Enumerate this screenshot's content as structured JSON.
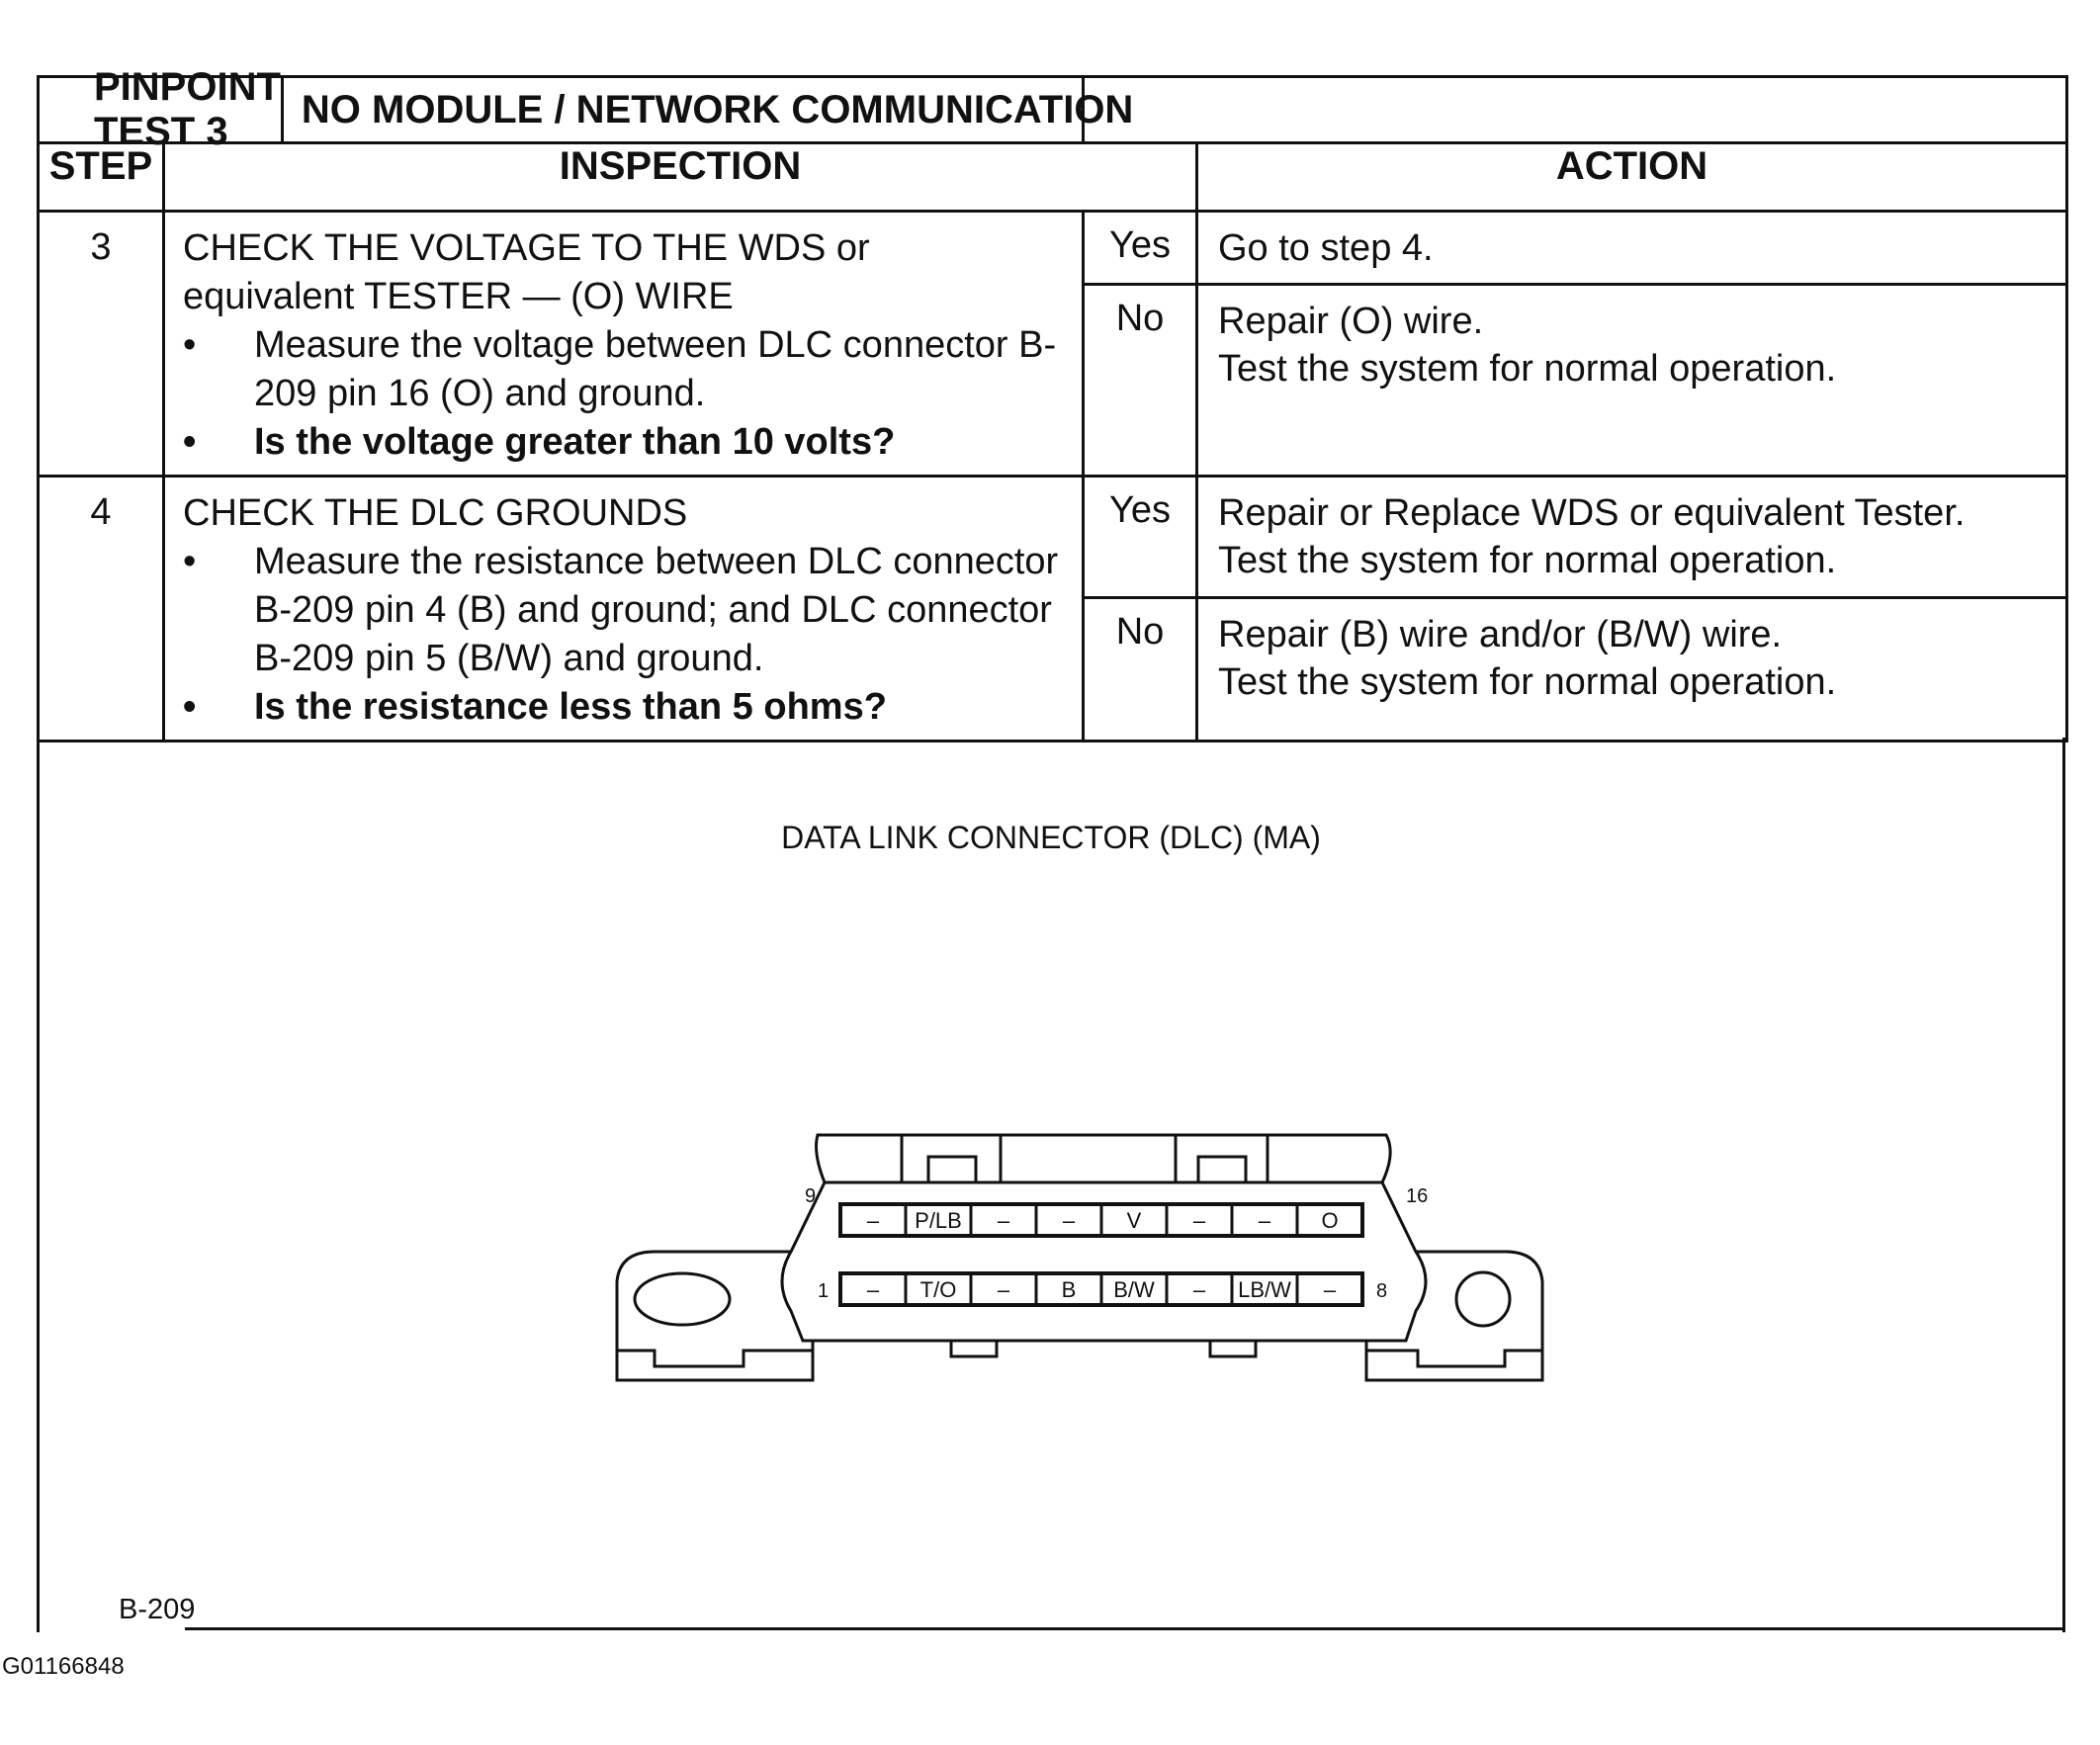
{
  "header": {
    "test_label": "PINPOINT TEST 3",
    "test_title": "NO MODULE / NETWORK COMMUNICATION"
  },
  "columns": {
    "step": "STEP",
    "inspection": "INSPECTION",
    "action": "ACTION"
  },
  "steps": [
    {
      "number": "3",
      "title_line1": "CHECK THE VOLTAGE TO THE WDS or",
      "title_line2": "equivalent TESTER — (O) WIRE",
      "bullet1": "Measure the voltage between DLC connector B-209 pin 16 (O) and ground.",
      "bullet2": "Is the voltage greater than 10 volts?",
      "yes_label": "Yes",
      "yes_line1": "Go to step 4.",
      "no_label": "No",
      "no_line1": "Repair (O) wire.",
      "no_line2": "Test the system for normal operation."
    },
    {
      "number": "4",
      "title_line1": "CHECK THE DLC GROUNDS",
      "bullet1": "Measure the resistance between DLC connector B-209 pin 4 (B) and ground; and DLC connector B-209 pin 5 (B/W) and ground.",
      "bullet2": "Is the resistance less than 5 ohms?",
      "yes_label": "Yes",
      "yes_line1": "Repair or Replace WDS or equivalent Tester.",
      "yes_line2": "Test the system for normal operation.",
      "no_label": "No",
      "no_line1": "Repair (B) wire and/or (B/W) wire.",
      "no_line2": "Test the system for normal operation."
    }
  ],
  "diagram": {
    "title": "DATA LINK CONNECTOR (DLC) (MA)",
    "pin_top_left": "9",
    "pin_top_right": "16",
    "pin_bottom_left": "1",
    "pin_bottom_right": "8",
    "top_row": [
      "–",
      "P/LB",
      "–",
      "–",
      "V",
      "–",
      "–",
      "O"
    ],
    "bottom_row": [
      "–",
      "T/O",
      "–",
      "B",
      "B/W",
      "–",
      "LB/W",
      "–"
    ]
  },
  "connector_label": "B-209",
  "figure_id": "G01166848"
}
